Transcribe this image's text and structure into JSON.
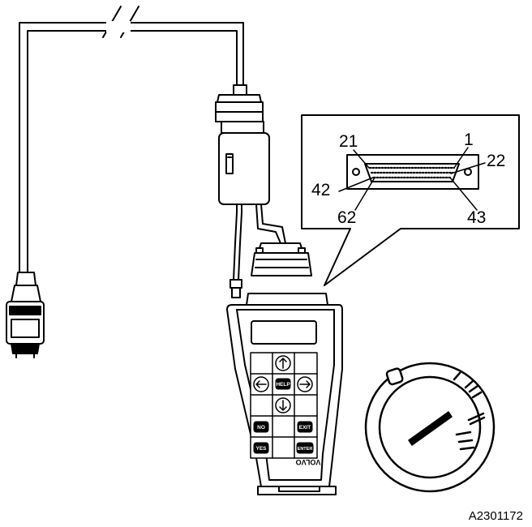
{
  "figure": {
    "reference": "A2301172",
    "connector_pins": {
      "top_left": "21",
      "top_right": "1",
      "right": "22",
      "left": "42",
      "bottom_left": "62",
      "bottom_right": "43"
    },
    "tester": {
      "brand": "VOLVO",
      "buttons": {
        "help": "HELP",
        "no": "NO",
        "exit": "EXIT",
        "yes": "YES",
        "enter": "ENTER"
      }
    }
  }
}
